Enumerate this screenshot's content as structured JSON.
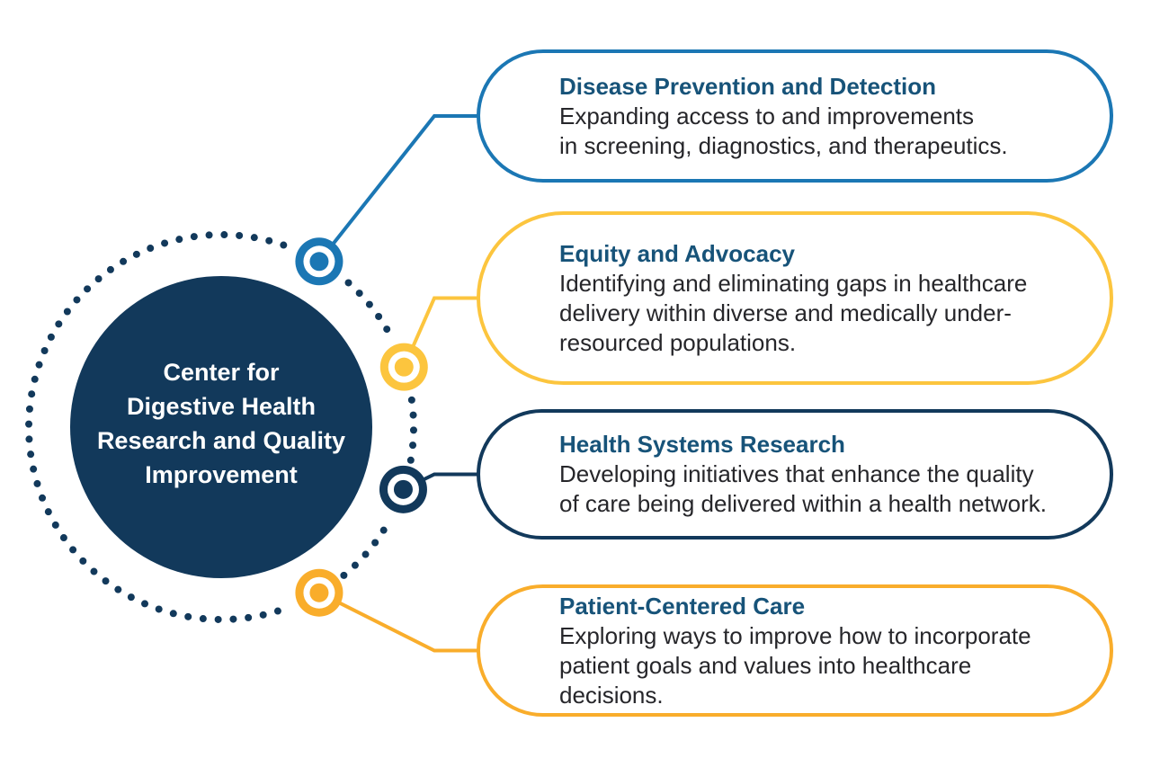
{
  "colors": {
    "navy": "#12395B",
    "blue": "#1B77B4",
    "yellow": "#FCC53E",
    "orange": "#F9AD2B",
    "card_title": "#175379",
    "body_text": "#26262A",
    "center_text": "#FFFFFF",
    "background": "#FFFFFF"
  },
  "center_circle": {
    "lines": [
      "Center for",
      "Digestive Health",
      "Research and Quality",
      "Improvement"
    ]
  },
  "cards": [
    {
      "title": "Disease Prevention and Detection",
      "accent": "blue",
      "body_lines": [
        "Expanding access to and improvements",
        "in screening, diagnostics, and therapeutics."
      ]
    },
    {
      "title": "Equity and Advocacy",
      "accent": "yellow",
      "body_lines": [
        "Identifying and eliminating gaps in healthcare",
        "delivery within diverse and medically under-",
        "resourced populations."
      ]
    },
    {
      "title": "Health Systems Research",
      "accent": "navy",
      "body_lines": [
        "Developing initiatives that enhance the quality",
        "of care being delivered within a health network."
      ]
    },
    {
      "title": "Patient-Centered Care",
      "accent": "orange",
      "body_lines": [
        "Exploring ways to improve how to incorporate",
        "patient goals and values into healthcare decisions."
      ]
    }
  ]
}
